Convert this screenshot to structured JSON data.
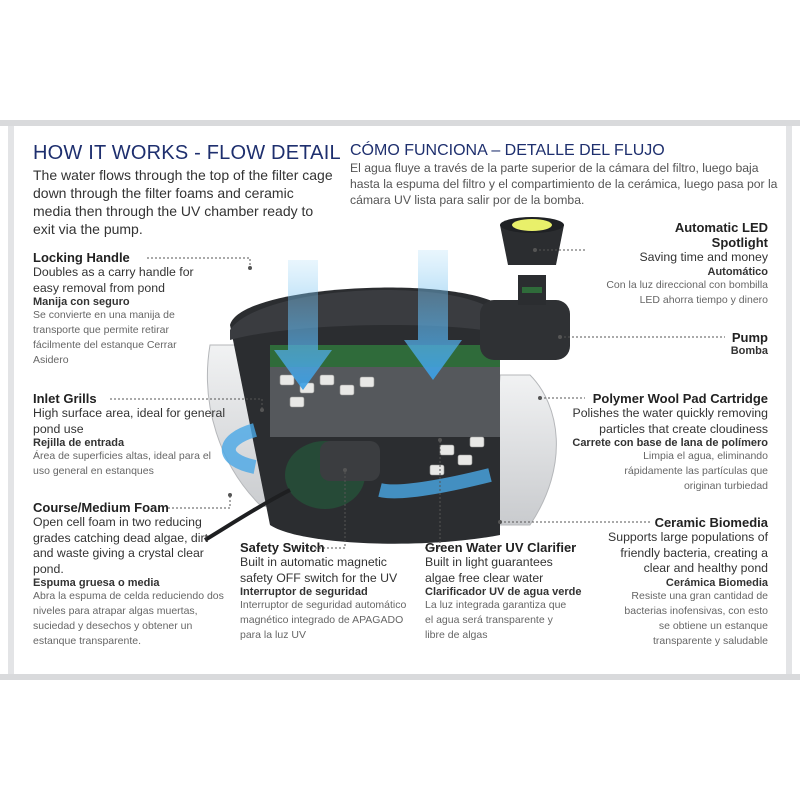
{
  "title_en": "HOW IT WORKS - FLOW DETAIL",
  "title_es": "CÓMO FUNCIONA – DETALLE DEL FLUJO",
  "intro_en": "The water flows through the top of the filter cage down through the filter foams and ceramic media then through the UV chamber ready to exit via the pump.",
  "intro_es": "El agua fluye a través de la parte superior de la cámara del filtro, luego baja hasta la espuma del filtro y el compartimiento de la cerámica, luego pasa por la cámara UV lista para salir por de la bomba.",
  "labels": {
    "locking_handle": {
      "title": "Locking Handle",
      "text": "Doubles as a carry handle for easy removal from pond",
      "es_title": "Manija con seguro",
      "es_text": "Se convierte en una manija de transporte que permite retirar fácilmente del estanque Cerrar Asidero"
    },
    "inlet_grills": {
      "title": "Inlet Grills",
      "text": "High surface area, ideal for general pond use",
      "es_title": "Rejilla de entrada",
      "es_text": "Área de superficies altas, ideal para el uso general en estanques"
    },
    "course_foam": {
      "title": "Course/Medium Foam",
      "text": "Open cell foam in two reducing grades catching dead algae, dirt and waste giving a crystal clear pond.",
      "es_title": "Espuma gruesa o media",
      "es_text": "Abra la espuma de celda reduciendo dos niveles para atrapar algas muertas, suciedad y desechos y obtener un estanque transparente."
    },
    "safety_switch": {
      "title": "Safety Switch",
      "text": "Built in automatic magnetic safety OFF switch for the UV",
      "es_title": "Interruptor de seguridad",
      "es_text": "Interruptor de seguridad automático magnético integrado de APAGADO para la luz UV"
    },
    "uv_clarifier": {
      "title": "Green Water UV Clarifier",
      "text": "Built in light guarantees algae free clear water",
      "es_title": "Clarificador UV de agua verde",
      "es_text": "La luz integrada garantiza que el agua será transparente y libre de algas"
    },
    "led_spotlight": {
      "title": "Automatic LED Spotlight",
      "text": "Saving time and money",
      "es_title": "Automático",
      "es_text": "Con la luz direccional con bombilla LED ahorra tiempo y dinero"
    },
    "pump": {
      "title": "Pump",
      "es_title": "Bomba"
    },
    "wool_pad": {
      "title": "Polymer Wool Pad Cartridge",
      "text": "Polishes the water quickly removing particles that create cloudiness",
      "es_title": "Carrete con base de lana de polímero",
      "es_text": "Limpia el agua, eliminando rápidamente las partículas que originan turbiedad"
    },
    "ceramic": {
      "title": "Ceramic Biomedia",
      "text": "Supports large populations of friendly bacteria, creating a clear and healthy pond",
      "es_title": "Cerámica Biomedia",
      "es_text": "Resiste una gran cantidad de bacterias inofensivas, con esto se obtiene un estanque transparente y saludable"
    }
  },
  "colors": {
    "title": "#1e2f6e",
    "flow_arrow": "#4aa8e6",
    "foam_green": "#2f6b3a",
    "housing": "#2b2d30"
  }
}
